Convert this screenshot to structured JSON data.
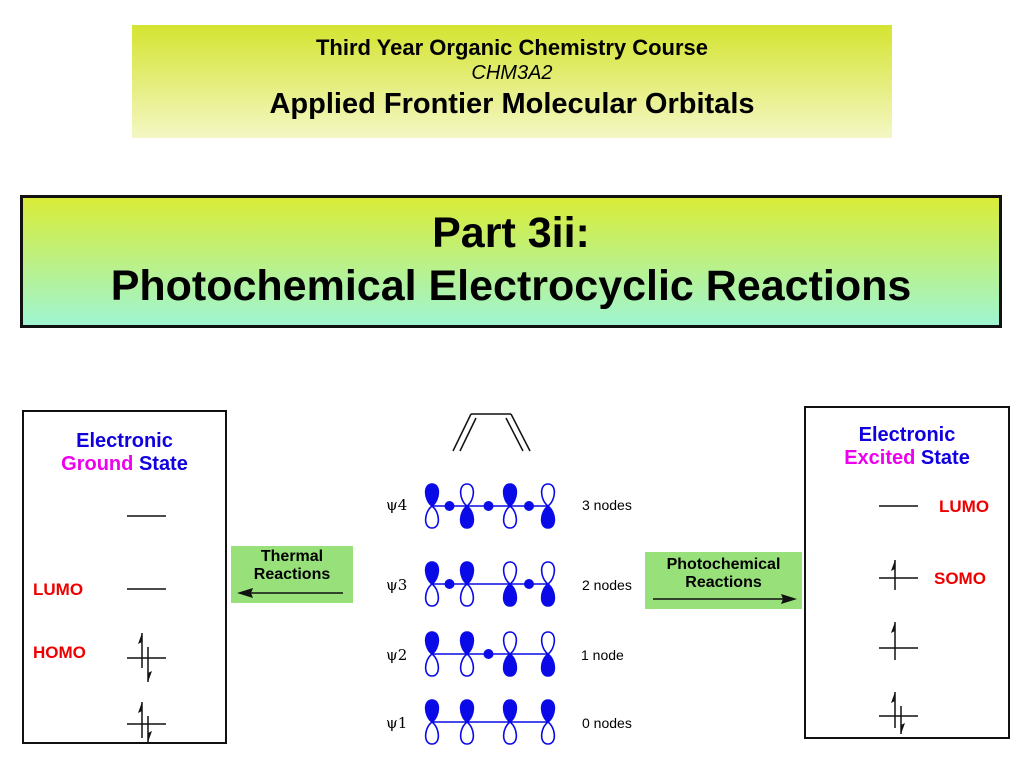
{
  "header": {
    "line1": "Third Year Organic Chemistry Course",
    "line2": "CHM3A2",
    "line3": "Applied Frontier Molecular Orbitals"
  },
  "part": {
    "line1": "Part 3ii:",
    "line2": "Photochemical Electrocyclic Reactions"
  },
  "ground_panel": {
    "heading1": "Electronic",
    "heading2a": "Ground",
    "heading2b": "State",
    "lumo": "LUMO",
    "homo": "HOMO"
  },
  "excited_panel": {
    "heading1": "Electronic",
    "heading2a": "Excited",
    "heading2b": "State",
    "lumo": "LUMO",
    "somo": "SOMO"
  },
  "thermal": {
    "line1": "Thermal",
    "line2": "Reactions"
  },
  "photochemical": {
    "line1": "Photochemical",
    "line2": "Reactions"
  },
  "orbitals": [
    {
      "psi": "ψ4",
      "nodes": "3 nodes"
    },
    {
      "psi": "ψ3",
      "nodes": "2 nodes"
    },
    {
      "psi": "ψ2",
      "nodes": "1 node"
    },
    {
      "psi": "ψ1",
      "nodes": "0 nodes"
    }
  ],
  "colors": {
    "orbital": "#0a0ae8",
    "accent_red": "#ee0000",
    "accent_magenta": "#ee00ee",
    "heading_blue": "#1000e0"
  }
}
